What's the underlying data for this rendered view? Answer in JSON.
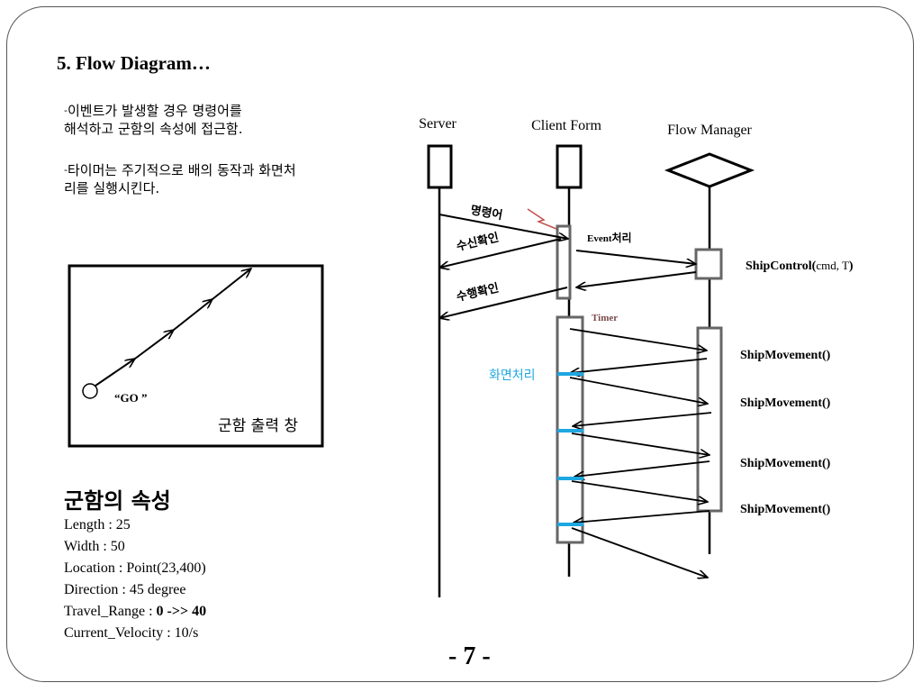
{
  "heading": "5. Flow Diagram…",
  "description": [
    {
      "line1": "이벤트가 발생할 경우 명령어를",
      "line2": "해석하고 군함의 속성에 접근함."
    },
    {
      "line1": "타이머는 주기적으로 배의 동작과 화면처",
      "line2": "리를 실행시킨다."
    }
  ],
  "ship_window": {
    "go_label": "“GO ”",
    "caption": "군함 출력 창"
  },
  "attributes": {
    "title": "군함의 속성",
    "items": [
      {
        "text": "Length :  25"
      },
      {
        "text": "Width : 50"
      },
      {
        "text": "Location : Point(23,400)"
      },
      {
        "text": "Direction : 45 degree"
      },
      {
        "text": "Travel_Range : ",
        "bold": "0 ->> 40"
      },
      {
        "text": "Current_Velocity : 10/s"
      }
    ]
  },
  "sequence": {
    "lifelines": {
      "server": "Server",
      "client": "Client Form",
      "manager": "Flow Manager"
    },
    "messages": {
      "command": "명령어",
      "receive_ack": "수신확인",
      "exec_ack": "수행확인",
      "event_prefix": "Event",
      "event_suffix": "처리",
      "ship_control_bold": "ShipControl(",
      "ship_control_args": "cmd, T",
      "ship_control_close": ")",
      "timer": "Timer",
      "screen_process": "화면처리",
      "ship_movement": [
        "ShipMovement()",
        "ShipMovement()",
        "ShipMovement()",
        "ShipMovement()"
      ]
    },
    "colors": {
      "highlight": "#1ea7e1",
      "timer": "#7a4a4a",
      "activation": "#666666"
    }
  },
  "page_number": "- 7 -"
}
